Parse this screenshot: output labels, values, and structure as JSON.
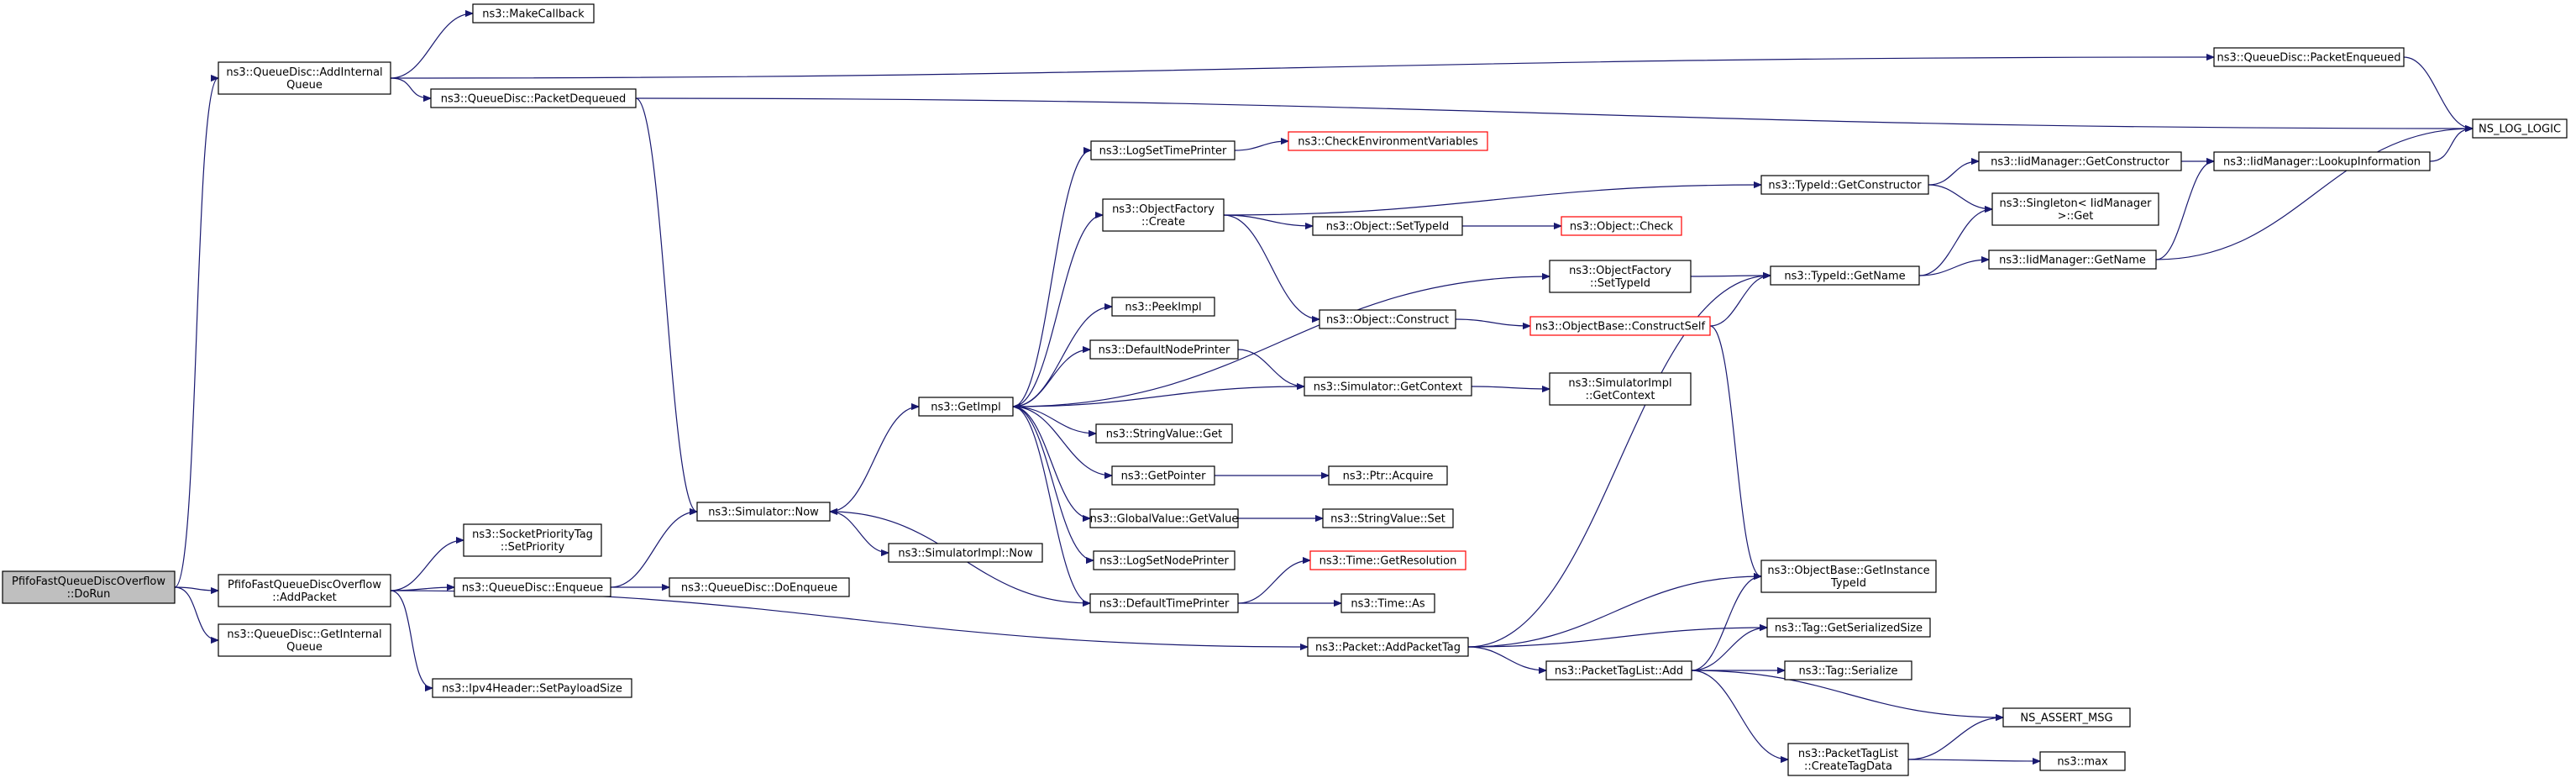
{
  "graph": {
    "nodes": [
      {
        "id": "dorun",
        "lines": [
          "PfifoFastQueueDiscOverflow",
          "::DoRun"
        ],
        "highlighted": true
      },
      {
        "id": "addinternal",
        "lines": [
          "ns3::QueueDisc::AddInternal",
          "Queue"
        ]
      },
      {
        "id": "makecallback",
        "lines": [
          "ns3::MakeCallback"
        ]
      },
      {
        "id": "pktdequeued",
        "lines": [
          "ns3::QueueDisc::PacketDequeued"
        ]
      },
      {
        "id": "pktenqueued",
        "lines": [
          "ns3::QueueDisc::PacketEnqueued"
        ]
      },
      {
        "id": "nslog",
        "lines": [
          "NS_LOG_LOGIC"
        ]
      },
      {
        "id": "simnow",
        "lines": [
          "ns3::Simulator::Now"
        ]
      },
      {
        "id": "getimpl",
        "lines": [
          "ns3::GetImpl"
        ]
      },
      {
        "id": "simimplnow",
        "lines": [
          "ns3::SimulatorImpl::Now"
        ]
      },
      {
        "id": "logsettime",
        "lines": [
          "ns3::LogSetTimePrinter"
        ]
      },
      {
        "id": "checkenv",
        "lines": [
          "ns3::CheckEnvironmentVariables"
        ],
        "red": true
      },
      {
        "id": "objfactcreate",
        "lines": [
          "ns3::ObjectFactory",
          "::Create"
        ]
      },
      {
        "id": "peekimpl",
        "lines": [
          "ns3::PeekImpl"
        ]
      },
      {
        "id": "defnodeprinter",
        "lines": [
          "ns3::DefaultNodePrinter"
        ]
      },
      {
        "id": "strvalget",
        "lines": [
          "ns3::StringValue::Get"
        ]
      },
      {
        "id": "getpointer",
        "lines": [
          "ns3::GetPointer"
        ]
      },
      {
        "id": "globalvalget",
        "lines": [
          "ns3::GlobalValue::GetValue"
        ]
      },
      {
        "id": "logsetnode",
        "lines": [
          "ns3::LogSetNodePrinter"
        ]
      },
      {
        "id": "deftimeprinter",
        "lines": [
          "ns3::DefaultTimePrinter"
        ]
      },
      {
        "id": "objsettypeid",
        "lines": [
          "ns3::Object::SetTypeId"
        ]
      },
      {
        "id": "objcheck",
        "lines": [
          "ns3::Object::Check"
        ],
        "red": true
      },
      {
        "id": "objconstruct",
        "lines": [
          "ns3::Object::Construct"
        ]
      },
      {
        "id": "simgetcontext",
        "lines": [
          "ns3::Simulator::GetContext"
        ]
      },
      {
        "id": "ptracquire",
        "lines": [
          "ns3::Ptr::Acquire"
        ]
      },
      {
        "id": "strvalset",
        "lines": [
          "ns3::StringValue::Set"
        ]
      },
      {
        "id": "timegetres",
        "lines": [
          "ns3::Time::GetResolution"
        ],
        "red": true
      },
      {
        "id": "timeas",
        "lines": [
          "ns3::Time::As"
        ]
      },
      {
        "id": "typeidgetctor",
        "lines": [
          "ns3::TypeId::GetConstructor"
        ]
      },
      {
        "id": "objfactsettypeid",
        "lines": [
          "ns3::ObjectFactory",
          "::SetTypeId"
        ]
      },
      {
        "id": "objbaseconstruct",
        "lines": [
          "ns3::ObjectBase::ConstructSelf"
        ],
        "red": true
      },
      {
        "id": "simimplgetcontext",
        "lines": [
          "ns3::SimulatorImpl",
          "::GetContext"
        ]
      },
      {
        "id": "typeidgetname",
        "lines": [
          "ns3::TypeId::GetName"
        ]
      },
      {
        "id": "iidgetctor",
        "lines": [
          "ns3::IidManager::GetConstructor"
        ]
      },
      {
        "id": "iidlookup",
        "lines": [
          "ns3::IidManager::LookupInformation"
        ]
      },
      {
        "id": "singleton",
        "lines": [
          "ns3::Singleton< IidManager",
          " >::Get"
        ]
      },
      {
        "id": "iidgetname",
        "lines": [
          "ns3::IidManager::GetName"
        ]
      },
      {
        "id": "addpacket",
        "lines": [
          "PfifoFastQueueDiscOverflow",
          "::AddPacket"
        ]
      },
      {
        "id": "getinternal",
        "lines": [
          "ns3::QueueDisc::GetInternal",
          "Queue"
        ]
      },
      {
        "id": "sockprio",
        "lines": [
          "ns3::SocketPriorityTag",
          "::SetPriority"
        ]
      },
      {
        "id": "enqueue",
        "lines": [
          "ns3::QueueDisc::Enqueue"
        ]
      },
      {
        "id": "doenqueue",
        "lines": [
          "ns3::QueueDisc::DoEnqueue"
        ]
      },
      {
        "id": "ipv4setpayload",
        "lines": [
          "ns3::Ipv4Header::SetPayloadSize"
        ]
      },
      {
        "id": "addpackettag",
        "lines": [
          "ns3::Packet::AddPacketTag"
        ]
      },
      {
        "id": "pkttaglistadd",
        "lines": [
          "ns3::PacketTagList::Add"
        ]
      },
      {
        "id": "getinstancetypeid",
        "lines": [
          "ns3::ObjectBase::GetInstance",
          "TypeId"
        ]
      },
      {
        "id": "taggetsersize",
        "lines": [
          "ns3::Tag::GetSerializedSize"
        ]
      },
      {
        "id": "tagserialize",
        "lines": [
          "ns3::Tag::Serialize"
        ]
      },
      {
        "id": "nsassert",
        "lines": [
          "NS_ASSERT_MSG"
        ]
      },
      {
        "id": "createtagdata",
        "lines": [
          "ns3::PacketTagList",
          "::CreateTagData"
        ]
      },
      {
        "id": "nsmax",
        "lines": [
          "ns3::max"
        ]
      }
    ]
  }
}
